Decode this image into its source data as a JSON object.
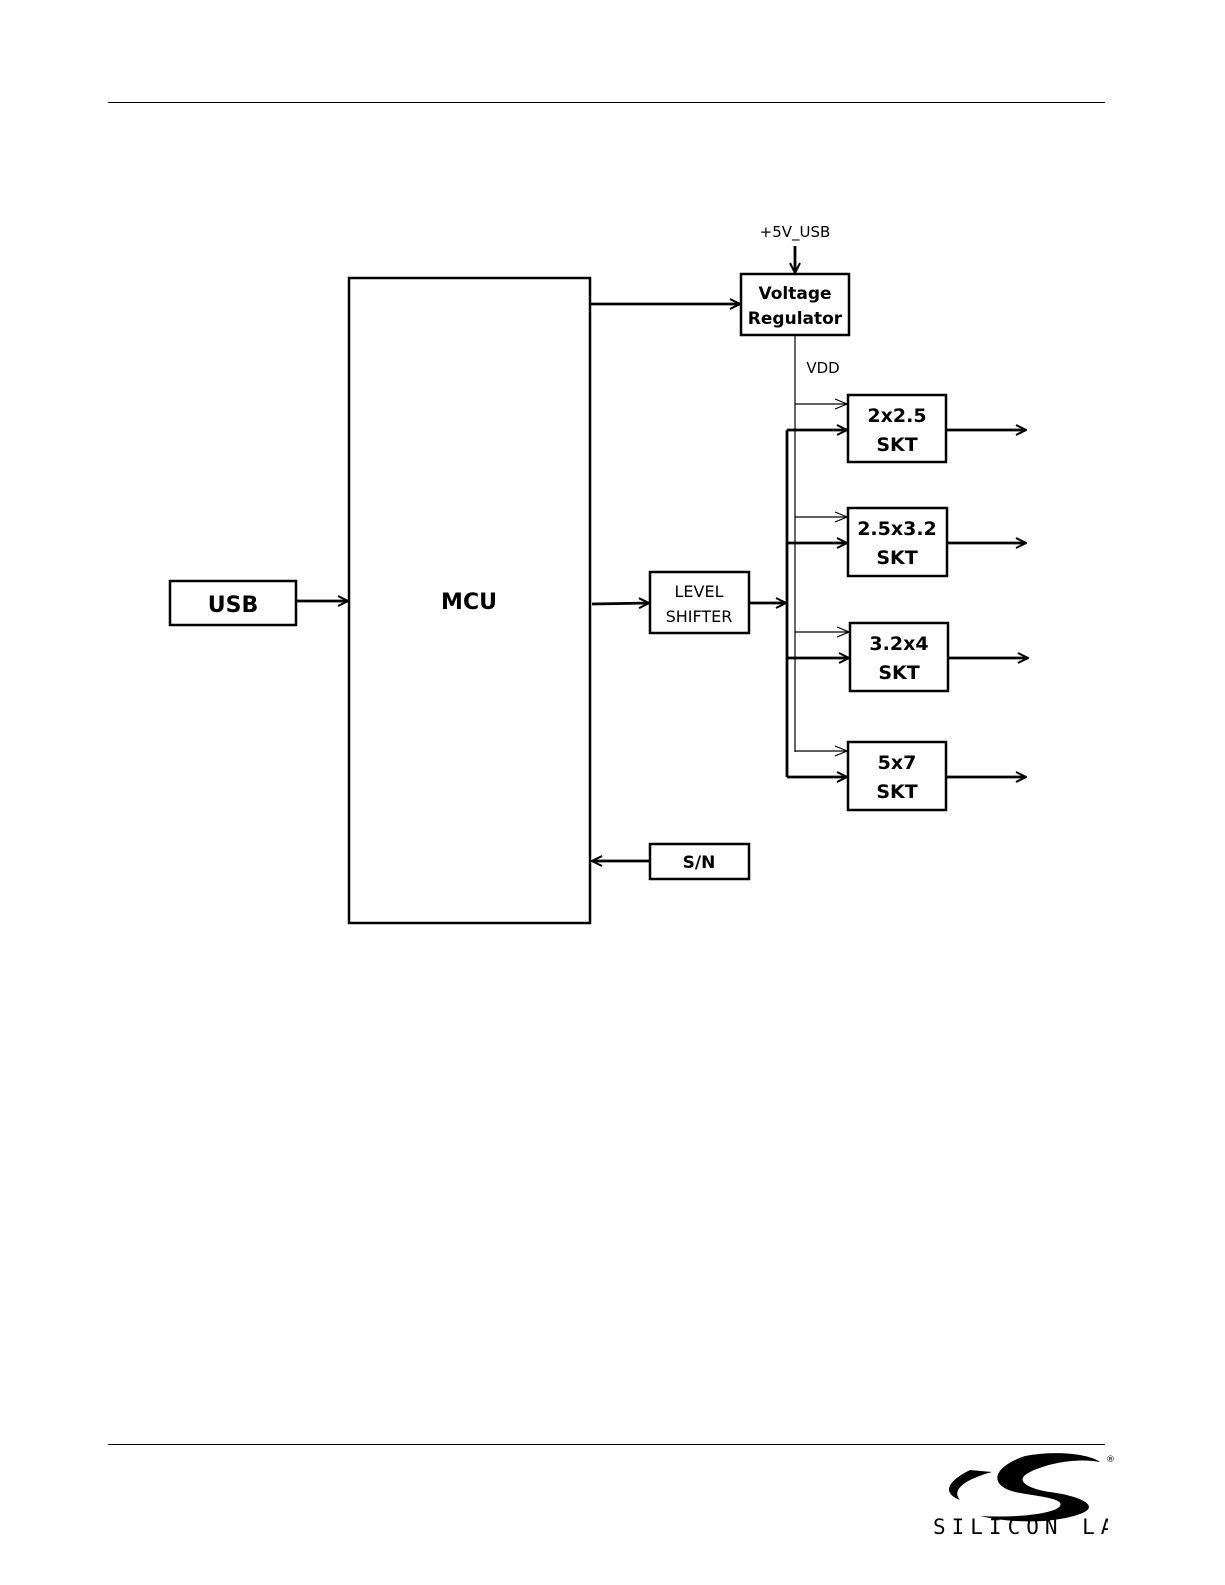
{
  "diagram": {
    "usb": "USB",
    "mcu": "MCU",
    "power_input": "+5V_USB",
    "regulator": {
      "line1": "Voltage",
      "line2": "Regulator"
    },
    "vdd": "VDD",
    "level_shifter": {
      "line1": "LEVEL",
      "line2": "SHIFTER"
    },
    "serial_number": "S/N",
    "sockets": [
      {
        "size": "2x2.5",
        "label": "SKT"
      },
      {
        "size": "2.5x3.2",
        "label": "SKT"
      },
      {
        "size": "3.2x4",
        "label": "SKT"
      },
      {
        "size": "5x7",
        "label": "SKT"
      }
    ]
  },
  "footer": {
    "logo_text": "SILICON LABS",
    "logo_mark": "®"
  }
}
